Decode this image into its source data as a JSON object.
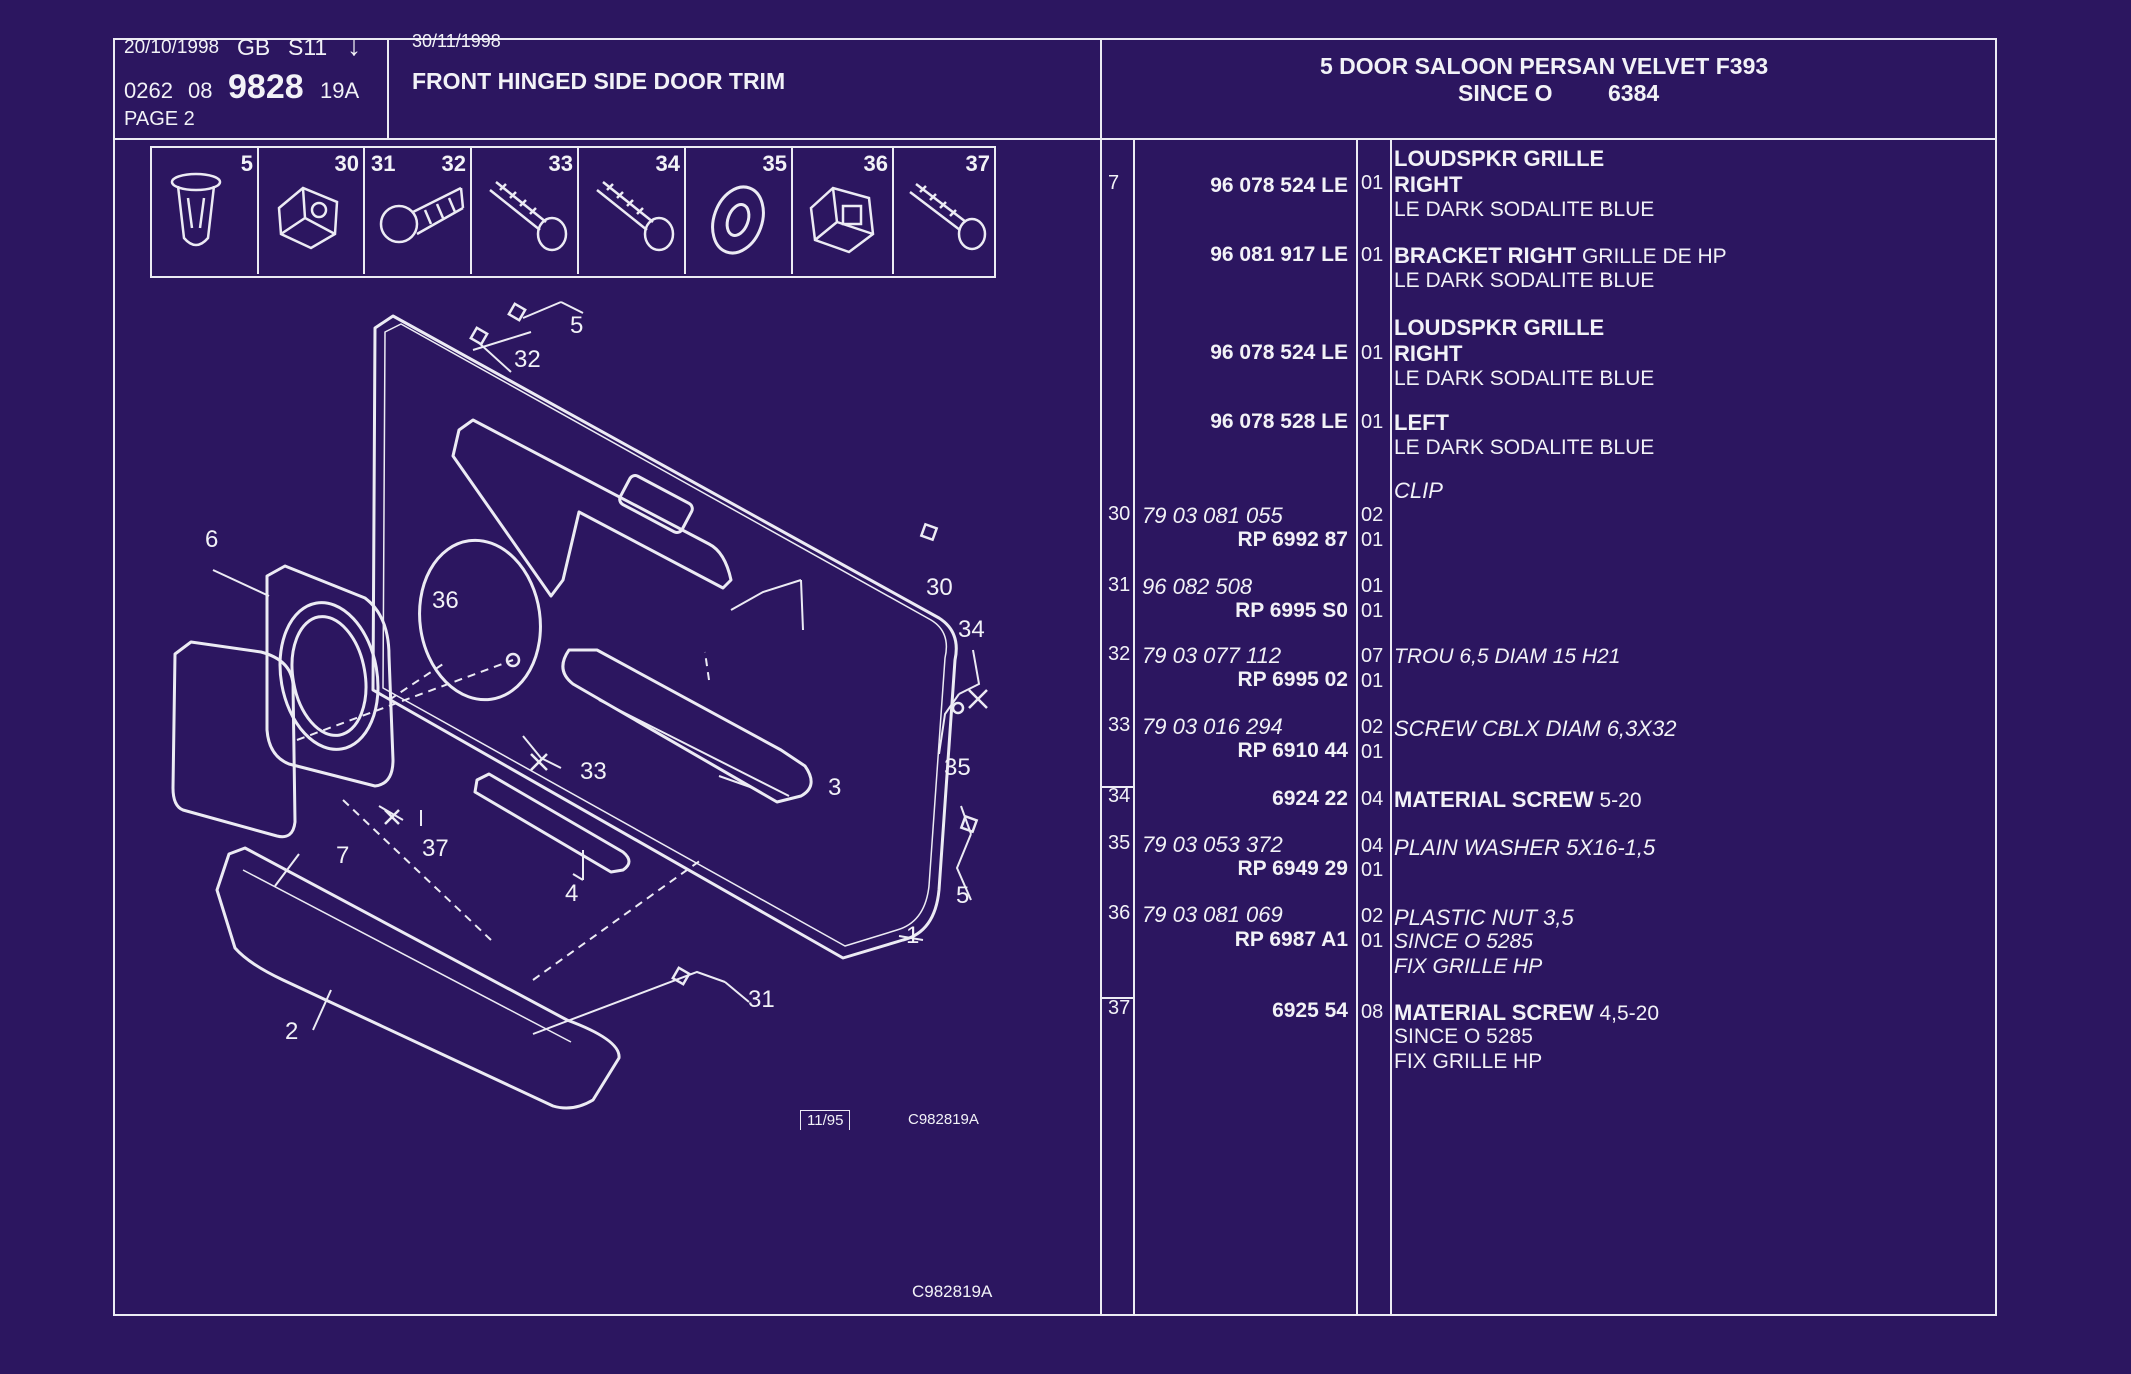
{
  "header": {
    "date1": "20/10/1998",
    "country": "GB",
    "code": "S11",
    "arrow": "↓",
    "group": "0262",
    "sub": "08",
    "plate": "9828",
    "variant": "19A",
    "page": "PAGE 2",
    "date2": "30/11/1998",
    "title": "FRONT HINGED SIDE DOOR TRIM",
    "model_line1": "5 DOOR SALOON PERSAN VELVET F393",
    "model_since": "SINCE O",
    "model_num": "6384"
  },
  "icons": [
    {
      "num": "5",
      "name": "plug-clip-icon"
    },
    {
      "num": "30",
      "name": "clip-icon"
    },
    {
      "num": "31",
      "num2": "32",
      "name": "push-rivet-icon"
    },
    {
      "num": "33",
      "name": "screw-icon"
    },
    {
      "num": "34",
      "name": "screw-icon"
    },
    {
      "num": "35",
      "name": "washer-icon"
    },
    {
      "num": "36",
      "name": "plastic-nut-icon"
    },
    {
      "num": "37",
      "name": "screw-icon"
    }
  ],
  "diagram": {
    "labels": [
      "5",
      "32",
      "6",
      "36",
      "30",
      "34",
      "35",
      "33",
      "3",
      "7",
      "37",
      "4",
      "5",
      "1",
      "2",
      "31"
    ],
    "stamp": "11/95",
    "ref": "C982819A",
    "ref_bottom": "C982819A"
  },
  "parts": [
    {
      "ref": "7",
      "pn": "96 078 524 LE",
      "qty": "01",
      "desc": [
        {
          "b": "LOUDSPKR GRILLE"
        },
        {
          "b": "RIGHT"
        },
        {
          "n": "LE DARK SODALITE BLUE"
        }
      ]
    },
    {
      "pn": "96 081 917 LE",
      "qty": "01",
      "desc_b": "BRACKET RIGHT",
      "desc_n": "GRILLE DE HP",
      "desc2": "LE DARK SODALITE BLUE"
    },
    {
      "pn": "96 078 524 LE",
      "qty": "01",
      "desc": [
        {
          "b": "LOUDSPKR GRILLE"
        },
        {
          "b": "RIGHT"
        },
        {
          "n": "LE DARK SODALITE BLUE"
        }
      ]
    },
    {
      "pn": "96 078 528 LE",
      "qty": "01",
      "desc": [
        {
          "b": "LEFT"
        },
        {
          "n": "LE DARK SODALITE BLUE"
        }
      ]
    },
    {
      "clip": "CLIP"
    },
    {
      "ref": "30",
      "pn_i": "79 03 081 055",
      "qty": "02",
      "pn2": "RP  6992 87",
      "qty2": "01"
    },
    {
      "ref": "31",
      "pn_i": "96 082 508",
      "qty": "01",
      "pn2": "RP  6995 S0",
      "qty2": "01"
    },
    {
      "ref": "32",
      "pn_i": "79 03 077 112",
      "qty": "07",
      "desc_i": "TROU 6,5 DIAM 15 H21",
      "pn2": "RP  6995 02",
      "qty2": "01"
    },
    {
      "ref": "33",
      "pn_i": "79 03 016 294",
      "qty": "02",
      "desc_i": "SCREW CBLX DIAM 6,3X32",
      "pn2": "RP  6910 44",
      "qty2": "01"
    },
    {
      "ref": "34",
      "pn": "6924 22",
      "qty": "04",
      "desc_b": "MATERIAL SCREW",
      "desc_n": "5-20"
    },
    {
      "ref": "35",
      "pn_i": "79 03 053 372",
      "qty": "04",
      "desc_i": "PLAIN WASHER 5X16-1,5",
      "pn2": "RP  6949 29",
      "qty2": "01"
    },
    {
      "ref": "36",
      "pn_i": "79 03 081 069",
      "qty": "02",
      "desc_i": "PLASTIC NUT 3,5",
      "pn2": "RP  6987 A1",
      "qty2": "01",
      "desc2_i": "SINCE  O  5285",
      "desc3_i": "FIX GRILLE HP"
    },
    {
      "ref": "37",
      "pn": "6925 54",
      "qty": "08",
      "desc_b": "MATERIAL SCREW",
      "desc_n": "4,5-20",
      "desc2": "SINCE  O  5285",
      "desc3": "FIX GRILLE HP"
    }
  ],
  "colors": {
    "background": "#2c1660",
    "ink": "#ecebf4"
  }
}
